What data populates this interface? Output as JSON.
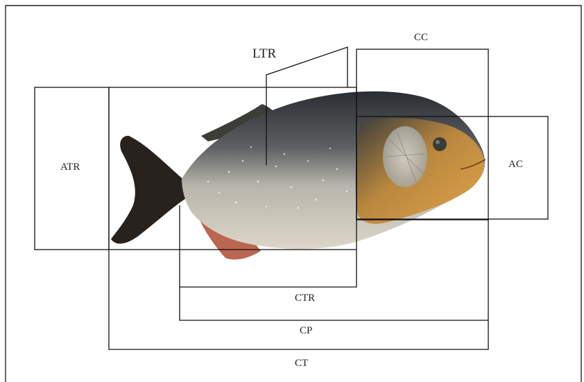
{
  "labels": {
    "ltr": "LTR",
    "cc": "CC",
    "atr": "ATR",
    "ac": "AC",
    "ctr": "CTR",
    "cp": "CP",
    "ct": "CT"
  },
  "colors": {
    "stroke": "#111111",
    "fish_back": "#2c3034",
    "fish_belly": "#d4d0c4",
    "fish_orange": "#d89a40",
    "fin_dark": "#26201c",
    "fin_red": "#b2503a"
  }
}
